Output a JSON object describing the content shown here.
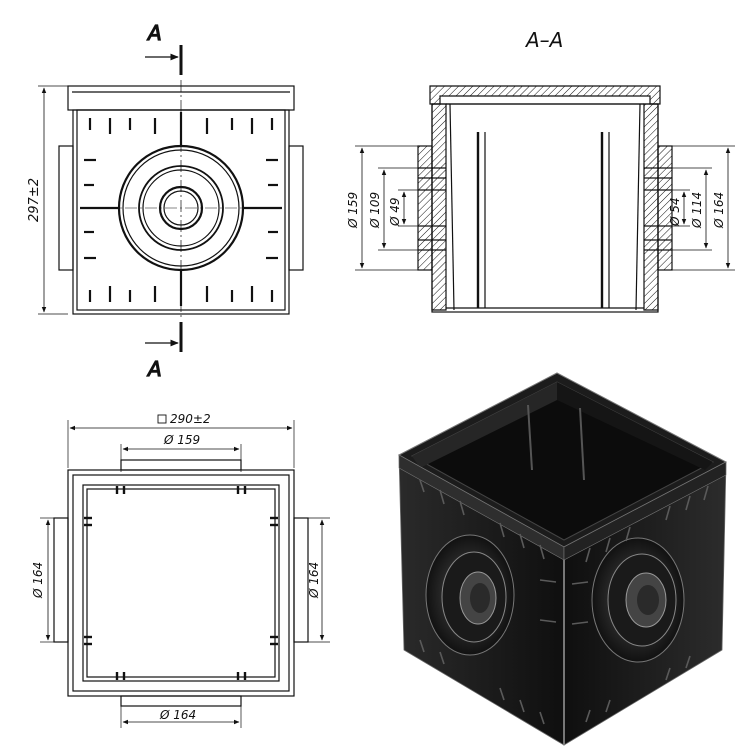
{
  "section_marker": "A",
  "section_title": "A–A",
  "front_view": {
    "height_dim": "297±2"
  },
  "section_view": {
    "dims_left": [
      "Ø 159",
      "Ø 109",
      "Ø 49"
    ],
    "dims_right": [
      "Ø 54",
      "Ø 114",
      "Ø 164"
    ]
  },
  "top_view": {
    "width_dim": "290±2",
    "top_dim": "Ø 159",
    "left_dim": "Ø 164",
    "right_dim": "Ø 164",
    "bottom_dim": "Ø 164"
  },
  "colors": {
    "line": "#111111",
    "render_dark": "#1a1a1a",
    "render_light": "#3a3a3a",
    "render_edge": "#6e6e6e"
  }
}
